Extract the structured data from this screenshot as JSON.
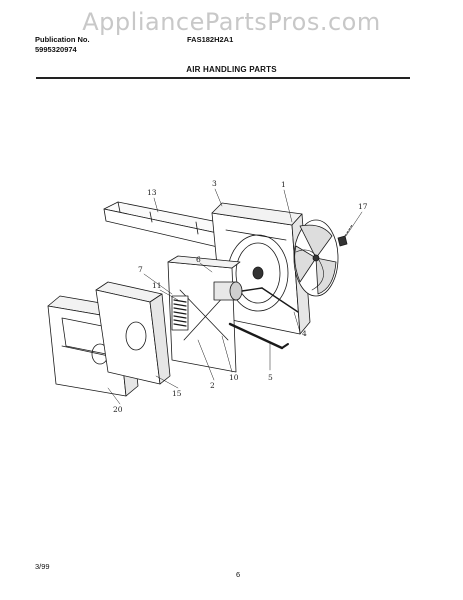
{
  "watermark": "AppliancePartsPros.com",
  "header": {
    "publication_label": "Publication No.",
    "publication_number": "5995320974",
    "model_number": "FAS182H2A1"
  },
  "section_title": "AIR HANDLING PARTS",
  "callouts": [
    "1",
    "2",
    "3",
    "4",
    "5",
    "6",
    "7",
    "10",
    "11",
    "13",
    "15",
    "17",
    "20"
  ],
  "footer": {
    "date": "3/99",
    "page_number": "6"
  }
}
